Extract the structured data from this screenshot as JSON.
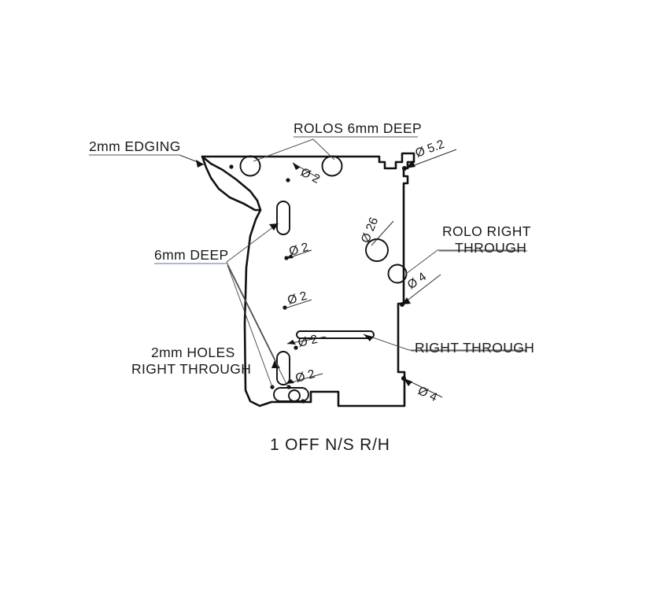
{
  "drawing": {
    "title": "1 OFF N/S R/H",
    "background_color": "#ffffff",
    "line_color": "#111111",
    "underline_color": "#7e8fa3",
    "annotations": {
      "edging": "2mm EDGING",
      "rolos_deep": "ROLOS 6mm DEEP",
      "six_mm_deep": "6mm DEEP",
      "two_mm_holes_line1": "2mm HOLES",
      "two_mm_holes_line2": "RIGHT THROUGH",
      "rolo_right_through_line1": "ROLO RIGHT",
      "rolo_right_through_line2": "THROUGH",
      "right_through": "RIGHT THROUGH"
    },
    "dimensions": {
      "dia_5_2": "Ø 5.2",
      "dia_26": "Ø 26",
      "dia_4_upper": "Ø 4",
      "dia_4_lower": "Ø 4",
      "dia_2_top": "Ø 2",
      "dia_2_mid_upper": "Ø 2",
      "dia_2_mid_lower": "Ø 2",
      "dia_2_slot_upper": "Ø 2",
      "dia_2_slot_lower": "Ø 2"
    }
  }
}
